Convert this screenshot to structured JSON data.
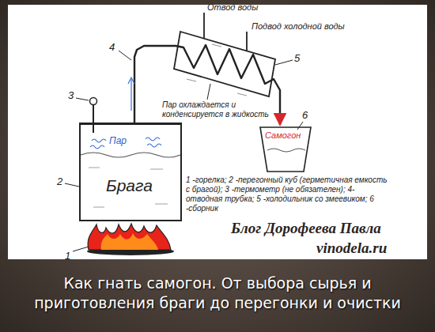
{
  "diagram": {
    "caption": "Как гнать самогон. От выбора сырья и приготовления браги до перегонки и очистки",
    "nodes": [
      {
        "text": [
          "Пар",
          "Брага"
        ]
      },
      {
        "text": [
          "Самогон"
        ]
      }
    ],
    "edges": [
      {
        "from": 0,
        "to": 1,
        "arrow": "to"
      }
    ],
    "labels": [
      "Отвод воды",
      "Подвод холодной воды",
      "4",
      "3",
      "5",
      "Пар охлаждается и конденсируется в жидкость",
      "6",
      "2",
      "1 -горелка; 2 -перегонный куб (герметичная емкость с брагой); 3 -термометр (не обязателен); 4-отводная трубка; 5 -холодильник со змеевиком; 6 -сборник",
      "Блог Дорофеева Павла",
      "vinodela.ru",
      "1"
    ]
  }
}
